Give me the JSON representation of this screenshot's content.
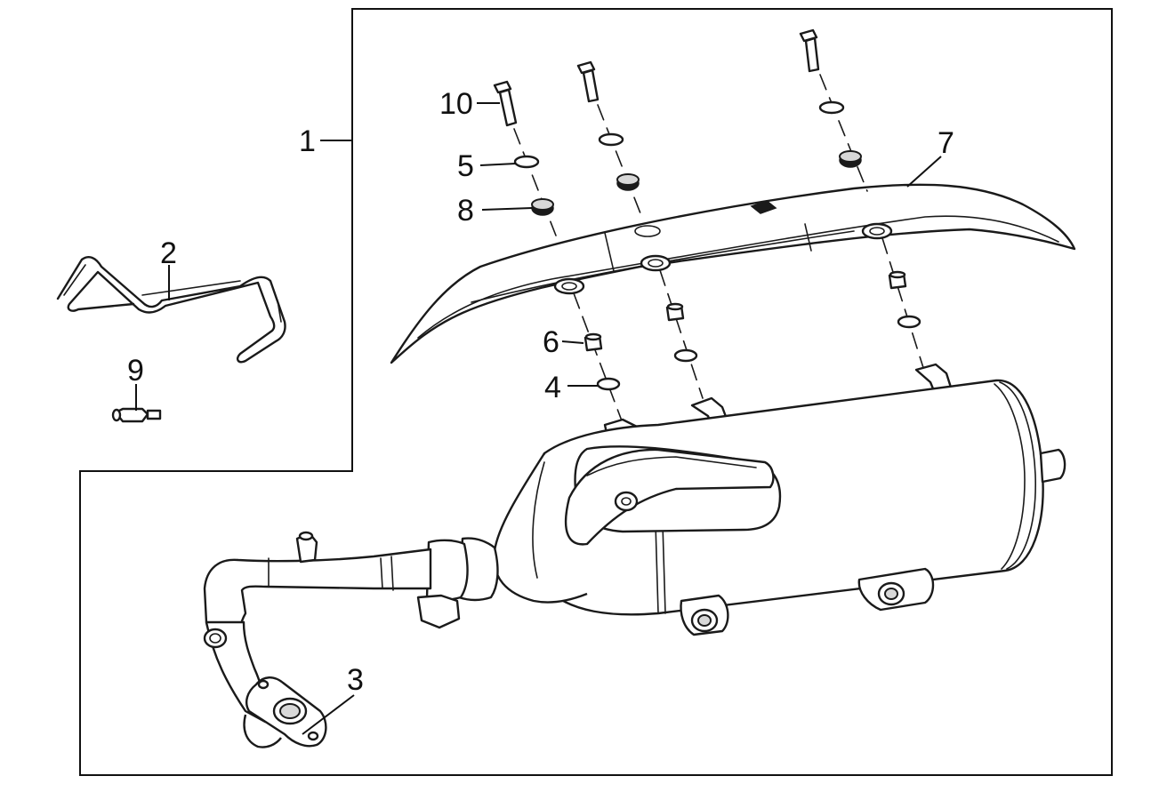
{
  "colors": {
    "line": "#1a1a1a",
    "background": "#ffffff",
    "fill_dark": "#1a1a1a",
    "fill_grey": "#d8d8d8"
  },
  "callouts": {
    "c1": "1",
    "c2": "2",
    "c3": "3",
    "c4": "4",
    "c5": "5",
    "c6": "6",
    "c7": "7",
    "c8": "8",
    "c9": "9",
    "c10": "10"
  }
}
